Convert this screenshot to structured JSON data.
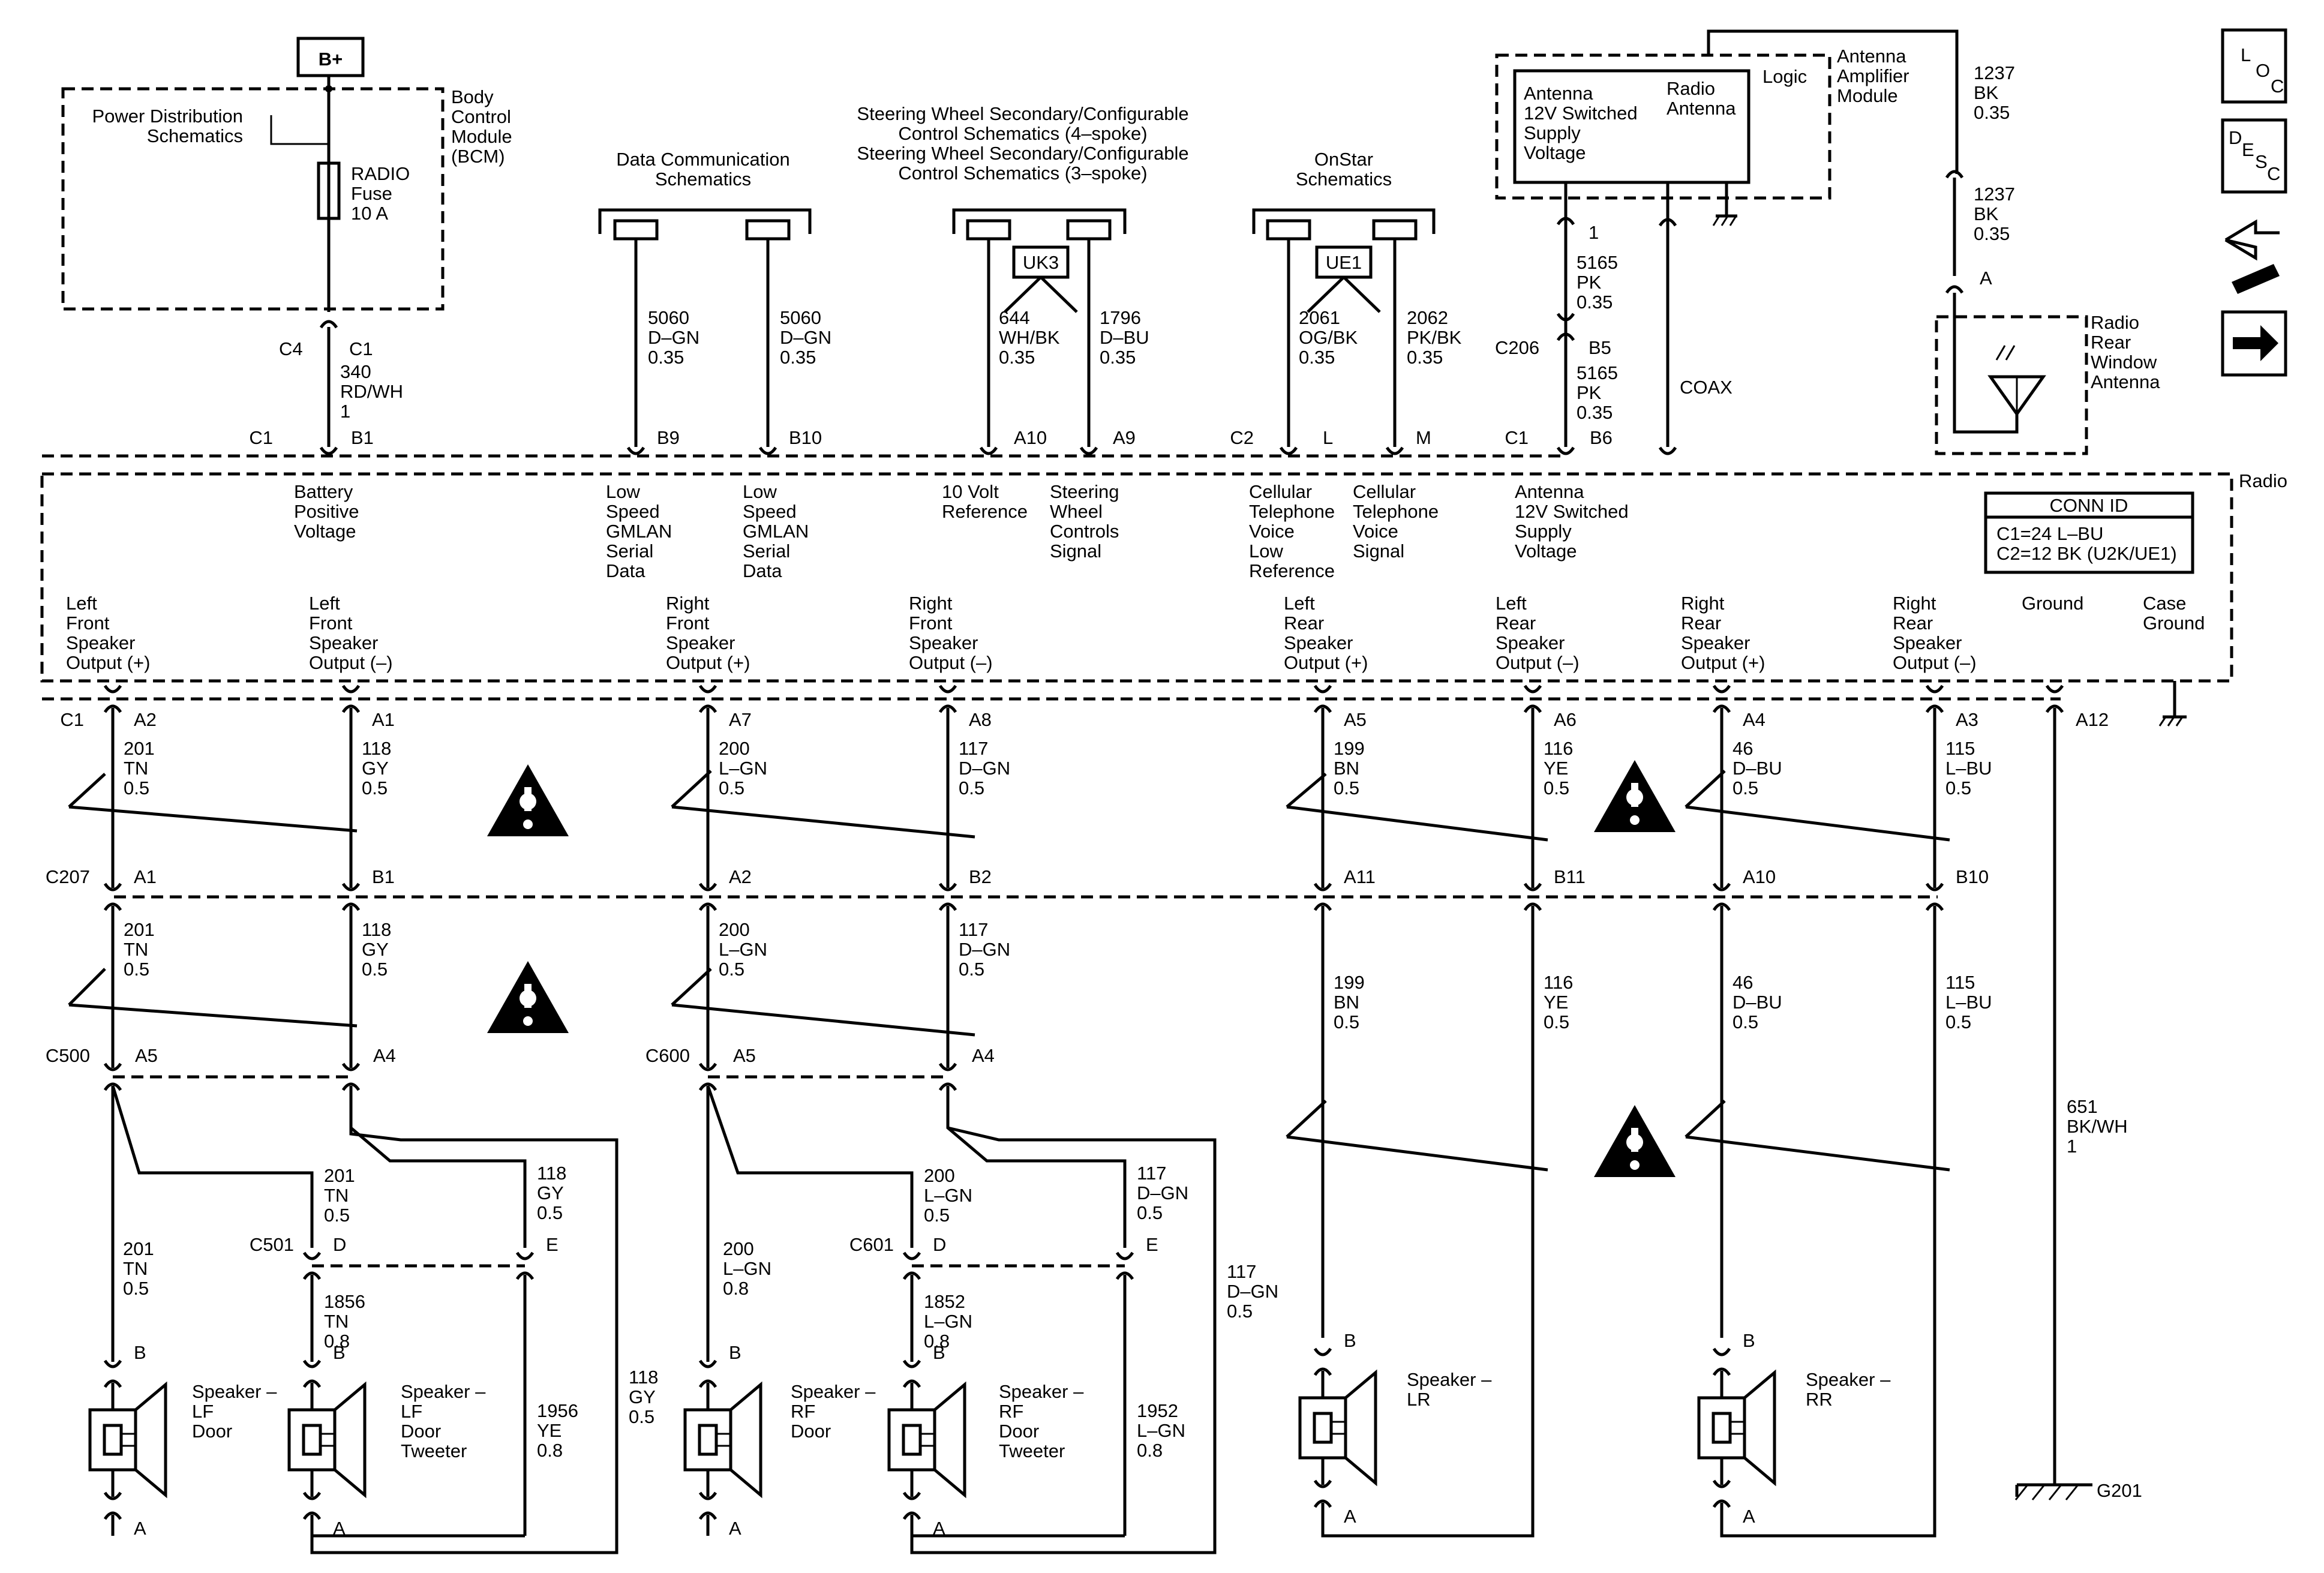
{
  "bplus": "B+",
  "bcm": {
    "title": [
      "Body",
      "Control",
      "Module",
      "(BCM)"
    ],
    "power_dist": [
      "Power Distribution",
      "Schematics"
    ],
    "fuse": [
      "RADIO",
      "Fuse",
      "10 A"
    ],
    "c4": "C4",
    "c1": "C1",
    "wire": [
      "340",
      "RD/WH",
      "1"
    ]
  },
  "refs": {
    "datacomm": [
      "Data Communication",
      "Schematics"
    ],
    "steering": [
      "Steering Wheel Secondary/Configurable",
      "Control Schematics (4–spoke)",
      "Steering Wheel Secondary/Configurable",
      "Control Schematics (3–spoke)"
    ],
    "onstar": [
      "OnStar",
      "Schematics"
    ]
  },
  "options": {
    "uk3": "UK3",
    "ue1": "UE1"
  },
  "top_wires": [
    {
      "lines": [
        "5060",
        "D–GN",
        "0.35"
      ]
    },
    {
      "lines": [
        "5060",
        "D–GN",
        "0.35"
      ]
    },
    {
      "lines": [
        "644",
        "WH/BK",
        "0.35"
      ]
    },
    {
      "lines": [
        "1796",
        "D–BU",
        "0.35"
      ]
    },
    {
      "lines": [
        "2061",
        "OG/BK",
        "0.35"
      ]
    },
    {
      "lines": [
        "2062",
        "PK/BK",
        "0.35"
      ]
    }
  ],
  "antenna_amp": {
    "title": [
      "Antenna",
      "Amplifier",
      "Module"
    ],
    "logic": "Logic",
    "supply": [
      "Antenna",
      "12V Switched",
      "Supply",
      "Voltage"
    ],
    "radio_antenna": [
      "Radio",
      "Antenna"
    ],
    "pin1": "1",
    "wire_a": [
      "5165",
      "PK",
      "0.35"
    ],
    "c206": "C206",
    "b5": "B5",
    "wire_b": [
      "5165",
      "PK",
      "0.35"
    ],
    "coax": "COAX"
  },
  "rear_antenna": {
    "wire_a": [
      "1237",
      "BK",
      "0.35"
    ],
    "wire_b": [
      "1237",
      "BK",
      "0.35"
    ],
    "pin": "A",
    "title": [
      "Radio",
      "Rear",
      "Window",
      "Antenna"
    ]
  },
  "radio": {
    "label": "Radio",
    "top_pins": [
      "C1",
      "B1",
      "B9",
      "B10",
      "A10",
      "A9",
      "C2",
      "L",
      "M",
      "C1",
      "B6"
    ],
    "inputs": [
      {
        "lines": [
          "Battery",
          "Positive",
          "Voltage"
        ]
      },
      {
        "lines": [
          "Low",
          "Speed",
          "GMLAN",
          "Serial",
          "Data"
        ]
      },
      {
        "lines": [
          "Low",
          "Speed",
          "GMLAN",
          "Serial",
          "Data"
        ]
      },
      {
        "lines": [
          "10 Volt",
          "Reference"
        ]
      },
      {
        "lines": [
          "Steering",
          "Wheel",
          "Controls",
          "Signal"
        ]
      },
      {
        "lines": [
          "Cellular",
          "Telephone",
          "Voice",
          "Low",
          "Reference"
        ]
      },
      {
        "lines": [
          "Cellular",
          "Telephone",
          "Voice",
          "Signal"
        ]
      },
      {
        "lines": [
          "Antenna",
          "12V Switched",
          "Supply",
          "Voltage"
        ]
      }
    ],
    "conn_id": {
      "title": "CONN ID",
      "lines": [
        "C1=24 L–BU",
        "C2=12 BK (U2K/UE1)"
      ]
    },
    "outputs": [
      {
        "lines": [
          "Left",
          "Front",
          "Speaker",
          "Output (+)"
        ]
      },
      {
        "lines": [
          "Left",
          "Front",
          "Speaker",
          "Output (–)"
        ]
      },
      {
        "lines": [
          "Right",
          "Front",
          "Speaker",
          "Output (+)"
        ]
      },
      {
        "lines": [
          "Right",
          "Front",
          "Speaker",
          "Output (–)"
        ]
      },
      {
        "lines": [
          "Left",
          "Rear",
          "Speaker",
          "Output (+)"
        ]
      },
      {
        "lines": [
          "Left",
          "Rear",
          "Speaker",
          "Output (–)"
        ]
      },
      {
        "lines": [
          "Right",
          "Rear",
          "Speaker",
          "Output (+)"
        ]
      },
      {
        "lines": [
          "Right",
          "Rear",
          "Speaker",
          "Output (–)"
        ]
      },
      {
        "lines": [
          "Ground"
        ]
      },
      {
        "lines": [
          "Case",
          "Ground"
        ]
      }
    ]
  },
  "out_pins": [
    "A2",
    "A1",
    "A7",
    "A8",
    "A5",
    "A6",
    "A4",
    "A3",
    "A12"
  ],
  "c1_label": "C1",
  "out_wires": [
    {
      "lines": [
        "201",
        "TN",
        "0.5"
      ]
    },
    {
      "lines": [
        "118",
        "GY",
        "0.5"
      ]
    },
    {
      "lines": [
        "200",
        "L–GN",
        "0.5"
      ]
    },
    {
      "lines": [
        "117",
        "D–GN",
        "0.5"
      ]
    },
    {
      "lines": [
        "199",
        "BN",
        "0.5"
      ]
    },
    {
      "lines": [
        "116",
        "YE",
        "0.5"
      ]
    },
    {
      "lines": [
        "46",
        "D–BU",
        "0.5"
      ]
    },
    {
      "lines": [
        "115",
        "L–BU",
        "0.5"
      ]
    }
  ],
  "c207": {
    "label": "C207",
    "pins": [
      "A1",
      "B1",
      "A2",
      "B2",
      "A11",
      "B11",
      "A10",
      "B10"
    ]
  },
  "mid_wires": [
    {
      "lines": [
        "201",
        "TN",
        "0.5"
      ]
    },
    {
      "lines": [
        "118",
        "GY",
        "0.5"
      ]
    },
    {
      "lines": [
        "200",
        "L–GN",
        "0.5"
      ]
    },
    {
      "lines": [
        "117",
        "D–GN",
        "0.5"
      ]
    },
    {
      "lines": [
        "199",
        "BN",
        "0.5"
      ]
    },
    {
      "lines": [
        "116",
        "YE",
        "0.5"
      ]
    },
    {
      "lines": [
        "46",
        "D–BU",
        "0.5"
      ]
    },
    {
      "lines": [
        "115",
        "L–BU",
        "0.5"
      ]
    }
  ],
  "c500": {
    "label": "C500",
    "pins": [
      "A5",
      "A4"
    ]
  },
  "c600": {
    "label": "C600",
    "pins": [
      "A5",
      "A4"
    ]
  },
  "c501": {
    "label": "C501",
    "pins": [
      "D",
      "E"
    ]
  },
  "c601": {
    "label": "C601",
    "pins": [
      "D",
      "E"
    ]
  },
  "low_wires": [
    {
      "lines": [
        "201",
        "TN",
        "0.5"
      ]
    },
    {
      "lines": [
        "118",
        "GY",
        "0.5"
      ]
    },
    {
      "lines": [
        "201",
        "TN",
        "0.5"
      ]
    },
    {
      "lines": [
        "1856",
        "TN",
        "0.8"
      ]
    },
    {
      "lines": [
        "1956",
        "YE",
        "0.8"
      ]
    },
    {
      "lines": [
        "118",
        "GY",
        "0.5"
      ]
    },
    {
      "lines": [
        "200",
        "L–GN",
        "0.5"
      ]
    },
    {
      "lines": [
        "117",
        "D–GN",
        "0.5"
      ]
    },
    {
      "lines": [
        "200",
        "L–GN",
        "0.8"
      ]
    },
    {
      "lines": [
        "1852",
        "L–GN",
        "0.8"
      ]
    },
    {
      "lines": [
        "1952",
        "L–GN",
        "0.8"
      ]
    },
    {
      "lines": [
        "117",
        "D–GN",
        "0.5"
      ]
    }
  ],
  "speakers": [
    {
      "lines": [
        "Speaker –",
        "LF",
        "Door"
      ]
    },
    {
      "lines": [
        "Speaker –",
        "LF",
        "Door",
        "Tweeter"
      ]
    },
    {
      "lines": [
        "Speaker –",
        "RF",
        "Door"
      ]
    },
    {
      "lines": [
        "Speaker –",
        "RF",
        "Door",
        "Tweeter"
      ]
    },
    {
      "lines": [
        "Speaker –",
        "LR"
      ]
    },
    {
      "lines": [
        "Speaker –",
        "RR"
      ]
    }
  ],
  "speaker_pins": {
    "top": "B",
    "bottom": "A"
  },
  "ground_wire": [
    "651",
    "BK/WH",
    "1"
  ],
  "g201": "G201",
  "side_icons": [
    "loc-icon",
    "desc-icon",
    "connector-end-view-icon",
    "next-page-arrow-icon"
  ]
}
